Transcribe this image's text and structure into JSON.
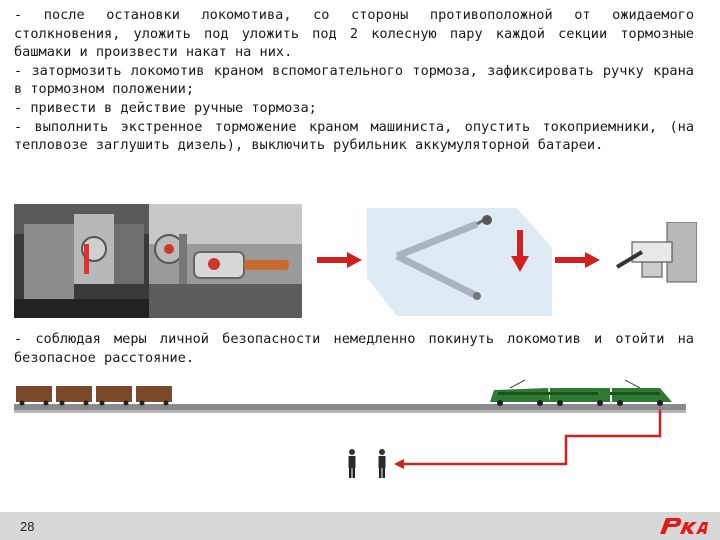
{
  "paragraphs_top": [
    "     -  после  остановки  локомотива,  со  стороны  противоположной  от ожидаемого  столкновения,  уложить  под  уложить  под  2  колесную  пару каждой секции тормозные башмаки и произвести накат на них.",
    "     -  затормозить  локомотив  краном  вспомогательного  тормоза, зафиксировать ручку крана в тормозном положении;",
    "     - привести в действие ручные тормоза;",
    "      - выполнить экстренное торможение краном машиниста, опустить токоприемники, (на тепловозе заглушить дизель), выключить рубильник аккумуляторной батареи."
  ],
  "paragraph_bottom": "     - соблюдая меры личной безопасности немедленно покинуть локомотив и отойти на безопасное расстояние.",
  "page_number": "28",
  "logo_text": "РЖД",
  "colors": {
    "arrow_red": "#d02020",
    "logo_red": "#e21a1a",
    "footer_gray": "#d8d8d8",
    "rail_gray": "#8a8a8a",
    "wagon_brown": "#7a4a2a",
    "loco_green": "#2f7a32"
  }
}
